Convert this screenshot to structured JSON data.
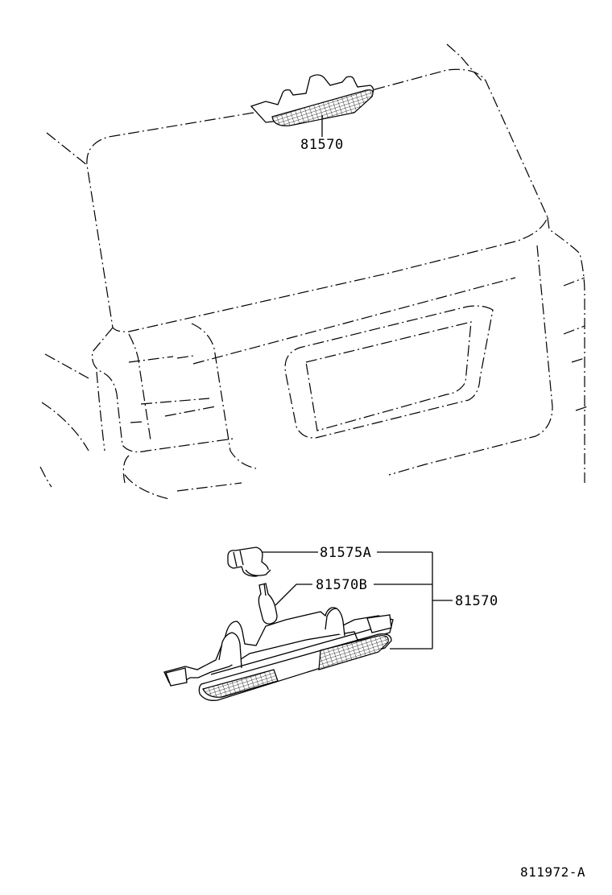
{
  "diagram": {
    "type": "exploded parts illustration",
    "subject": "Rear hatch / back door with high-mount stop lamp",
    "callouts": [
      {
        "id": "top-assembly",
        "label": "81570"
      },
      {
        "id": "socket",
        "label": "81575A"
      },
      {
        "id": "bulb",
        "label": "81570B"
      },
      {
        "id": "lamp-assembly",
        "label": "81570"
      }
    ],
    "figure_code": "811972-A"
  }
}
